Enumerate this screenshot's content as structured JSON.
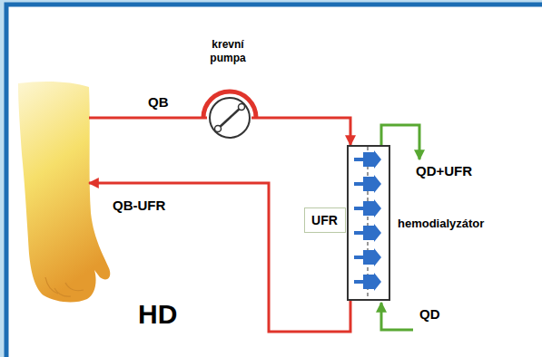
{
  "diagram": {
    "nodes": [
      {
        "text": [
          "krevní pumpa"
        ]
      },
      {
        "text": [
          "hemodialyzátor"
        ]
      },
      {
        "text": [
          "UFR"
        ]
      }
    ],
    "edges": [
      {
        "from": 0,
        "to": 1,
        "arrow": "to"
      }
    ],
    "labels": [
      "QB",
      "QB-UFR",
      "QD+UFR",
      "QD",
      "HD"
    ]
  }
}
